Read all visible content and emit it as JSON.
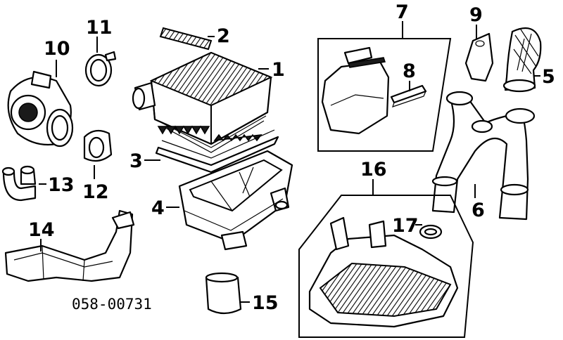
{
  "diagram": {
    "reference_code": "058-00731",
    "callouts": [
      {
        "id": "callout-1",
        "label": "1"
      },
      {
        "id": "callout-2",
        "label": "2"
      },
      {
        "id": "callout-3",
        "label": "3"
      },
      {
        "id": "callout-4",
        "label": "4"
      },
      {
        "id": "callout-5",
        "label": "5"
      },
      {
        "id": "callout-6",
        "label": "6"
      },
      {
        "id": "callout-7",
        "label": "7"
      },
      {
        "id": "callout-8",
        "label": "8"
      },
      {
        "id": "callout-9",
        "label": "9"
      },
      {
        "id": "callout-10",
        "label": "10"
      },
      {
        "id": "callout-11",
        "label": "11"
      },
      {
        "id": "callout-12",
        "label": "12"
      },
      {
        "id": "callout-13",
        "label": "13"
      },
      {
        "id": "callout-14",
        "label": "14"
      },
      {
        "id": "callout-15",
        "label": "15"
      },
      {
        "id": "callout-16",
        "label": "16"
      },
      {
        "id": "callout-17",
        "label": "17"
      }
    ]
  }
}
